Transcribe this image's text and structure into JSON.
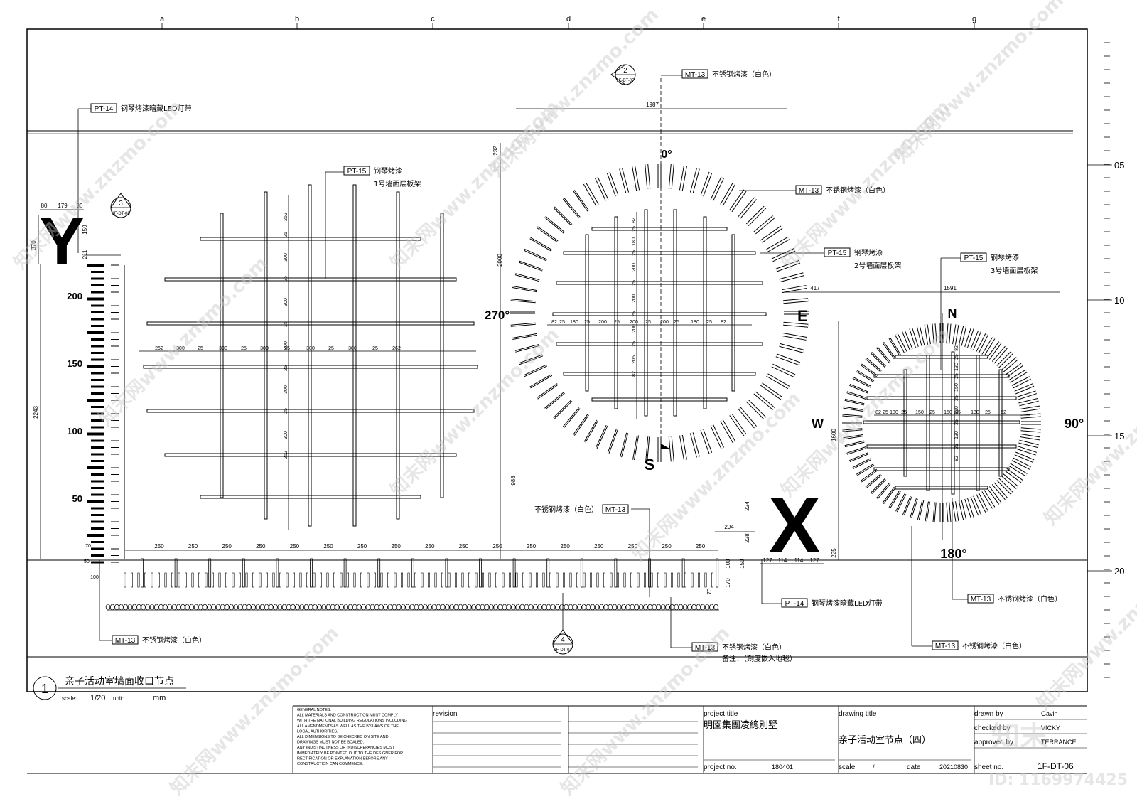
{
  "grid_columns": [
    "a",
    "b",
    "c",
    "d",
    "e",
    "f",
    "g"
  ],
  "grid_rows": [
    "05",
    "10",
    "15",
    "20"
  ],
  "ruler_labels": [
    "200",
    "150",
    "100",
    "50"
  ],
  "tags": {
    "pt14_top": {
      "code": "PT-14",
      "text": "钢琴烤漆暗藏LED灯带"
    },
    "pt15_a": {
      "code": "PT-15",
      "text": "钢琴烤漆",
      "sub": "1号墙面层板架"
    },
    "pt15_b": {
      "code": "PT-15",
      "text": "钢琴烤漆",
      "sub": "2号墙面层板架"
    },
    "pt15_c": {
      "code": "PT-15",
      "text": "钢琴烤漆",
      "sub": "3号墙面层板架"
    },
    "mt13_top": {
      "code": "MT-13",
      "text": "不锈钢烤漆（白色）"
    },
    "mt13_ring": {
      "code": "MT-13",
      "text": "不锈钢烤漆（白色）"
    },
    "mt13_mid": {
      "code": "MT-13",
      "text": "不锈钢烤漆（白色）"
    },
    "mt13_left": {
      "code": "MT-13",
      "text": "不锈钢烤漆（白色）"
    },
    "mt13_bottom": {
      "code": "MT-13",
      "text": "不锈钢烤漆（白色）",
      "note": "备注：（刻度嵌入地毯）"
    },
    "mt13_right1": {
      "code": "MT-13",
      "text": "不锈钢烤漆（白色）"
    },
    "mt13_right2": {
      "code": "MT-13",
      "text": "不锈钢烤漆（白色）"
    },
    "pt14_bottom": {
      "code": "PT-14",
      "text": "钢琴烤漆暗藏LED灯带"
    }
  },
  "sections": {
    "s2": {
      "num": "2",
      "ref": "1F-DT-07"
    },
    "s3": {
      "num": "3",
      "ref": "1F-DT-06"
    },
    "s4": {
      "num": "4",
      "ref": "1F-DT-04"
    }
  },
  "compass1": {
    "north": "0°",
    "west": "270°",
    "east": "E",
    "south": "S"
  },
  "compass2": {
    "north": "N",
    "west": "W",
    "east": "90°",
    "south": "180°"
  },
  "letters": {
    "y": "Y",
    "x": "X"
  },
  "dims": {
    "y_widths": [
      "80",
      "179",
      "80"
    ],
    "y_h": "370",
    "d159": "159",
    "d211": "211",
    "d1987": "1987",
    "d232": "232",
    "d2000": "2000",
    "d988": "988",
    "d2243": "2243",
    "d417": "417",
    "d1591": "1591",
    "d1600": "1600",
    "d225": "225",
    "d224": "224",
    "d294": "294",
    "d228": "228",
    "x_widths": [
      "127",
      "114",
      "114",
      "127"
    ],
    "d70": "70",
    "d50": "50",
    "d100": "100",
    "d150": "150",
    "d170": "170",
    "d70b": "70",
    "d250": "250",
    "g1_h": [
      "262",
      "300",
      "25",
      "300",
      "25",
      "300",
      "25",
      "300",
      "25",
      "300",
      "25",
      "262"
    ],
    "g1_v": [
      "262",
      "25",
      "300",
      "25",
      "300",
      "25",
      "300",
      "25",
      "300",
      "25",
      "300",
      "262"
    ],
    "g2_h": [
      "82",
      "25",
      "180",
      "25",
      "200",
      "25",
      "200",
      "25",
      "200",
      "25",
      "180",
      "25",
      "82"
    ],
    "g2_v": [
      "82",
      "25",
      "180",
      "25",
      "200",
      "25",
      "200",
      "25",
      "200",
      "25",
      "205",
      "82"
    ],
    "g3_h": [
      "82",
      "25",
      "130",
      "25",
      "150",
      "25",
      "150",
      "25",
      "130",
      "25",
      "82"
    ],
    "g3_v": [
      "82",
      "25",
      "130",
      "25",
      "150",
      "25",
      "150",
      "25",
      "130",
      "25",
      "82"
    ]
  },
  "title_block": {
    "number": "1",
    "title": "亲子活动室墙面收口节点",
    "scale_label": "scale:",
    "scale": "1/20",
    "unit_label": "unit:",
    "unit": "mm",
    "general_notes": [
      "GENERAL NOTES:",
      "ALL MATERIALS AND CONSTRUCTION MUST COMPLY",
      "WITH THE NATIONAL BUILDING REGULATIONS INCLUDING",
      "ALL AMENDMENTS AS WELL AS THE BY-LAWS OF THE",
      "LOCAL AUTHORITIES.",
      "ALL DIMENSIONS TO BE CHECKED ON SITE AND",
      "DRAWINGS MUST NOT BE SCALED.",
      "ANY INDISTINCTNESS OR INDISCREPANCIES MUST",
      "IMMEDIATELY BE POINTED OUT TO THE DESIGNER FOR",
      "RECTIFICATION OR EXPLANATION BEFORE ANY",
      "CONSTRUCTION CAN COMMENCE."
    ],
    "revision_label": "revision",
    "project_title_label": "project title",
    "project_title": "明園集團凌總別墅",
    "project_no_label": "project no.",
    "project_no": "180401",
    "drawing_title_label": "drawing title",
    "drawing_title": "亲子活动室节点（四）",
    "scale2_label": "scale",
    "scale2": "/",
    "date_label": "date",
    "date": "20210830",
    "drawn_label": "drawn by",
    "drawn": "Gavin",
    "checked_label": "checked by",
    "checked": "VICKY",
    "approved_label": "approved by",
    "approved": "TERRANCE",
    "sheet_label": "sheet no.",
    "sheet": "1F-DT-06"
  },
  "watermark": {
    "site": "知末网www.znzmo.com",
    "logo": "知末",
    "id": "ID: 1169974425"
  }
}
